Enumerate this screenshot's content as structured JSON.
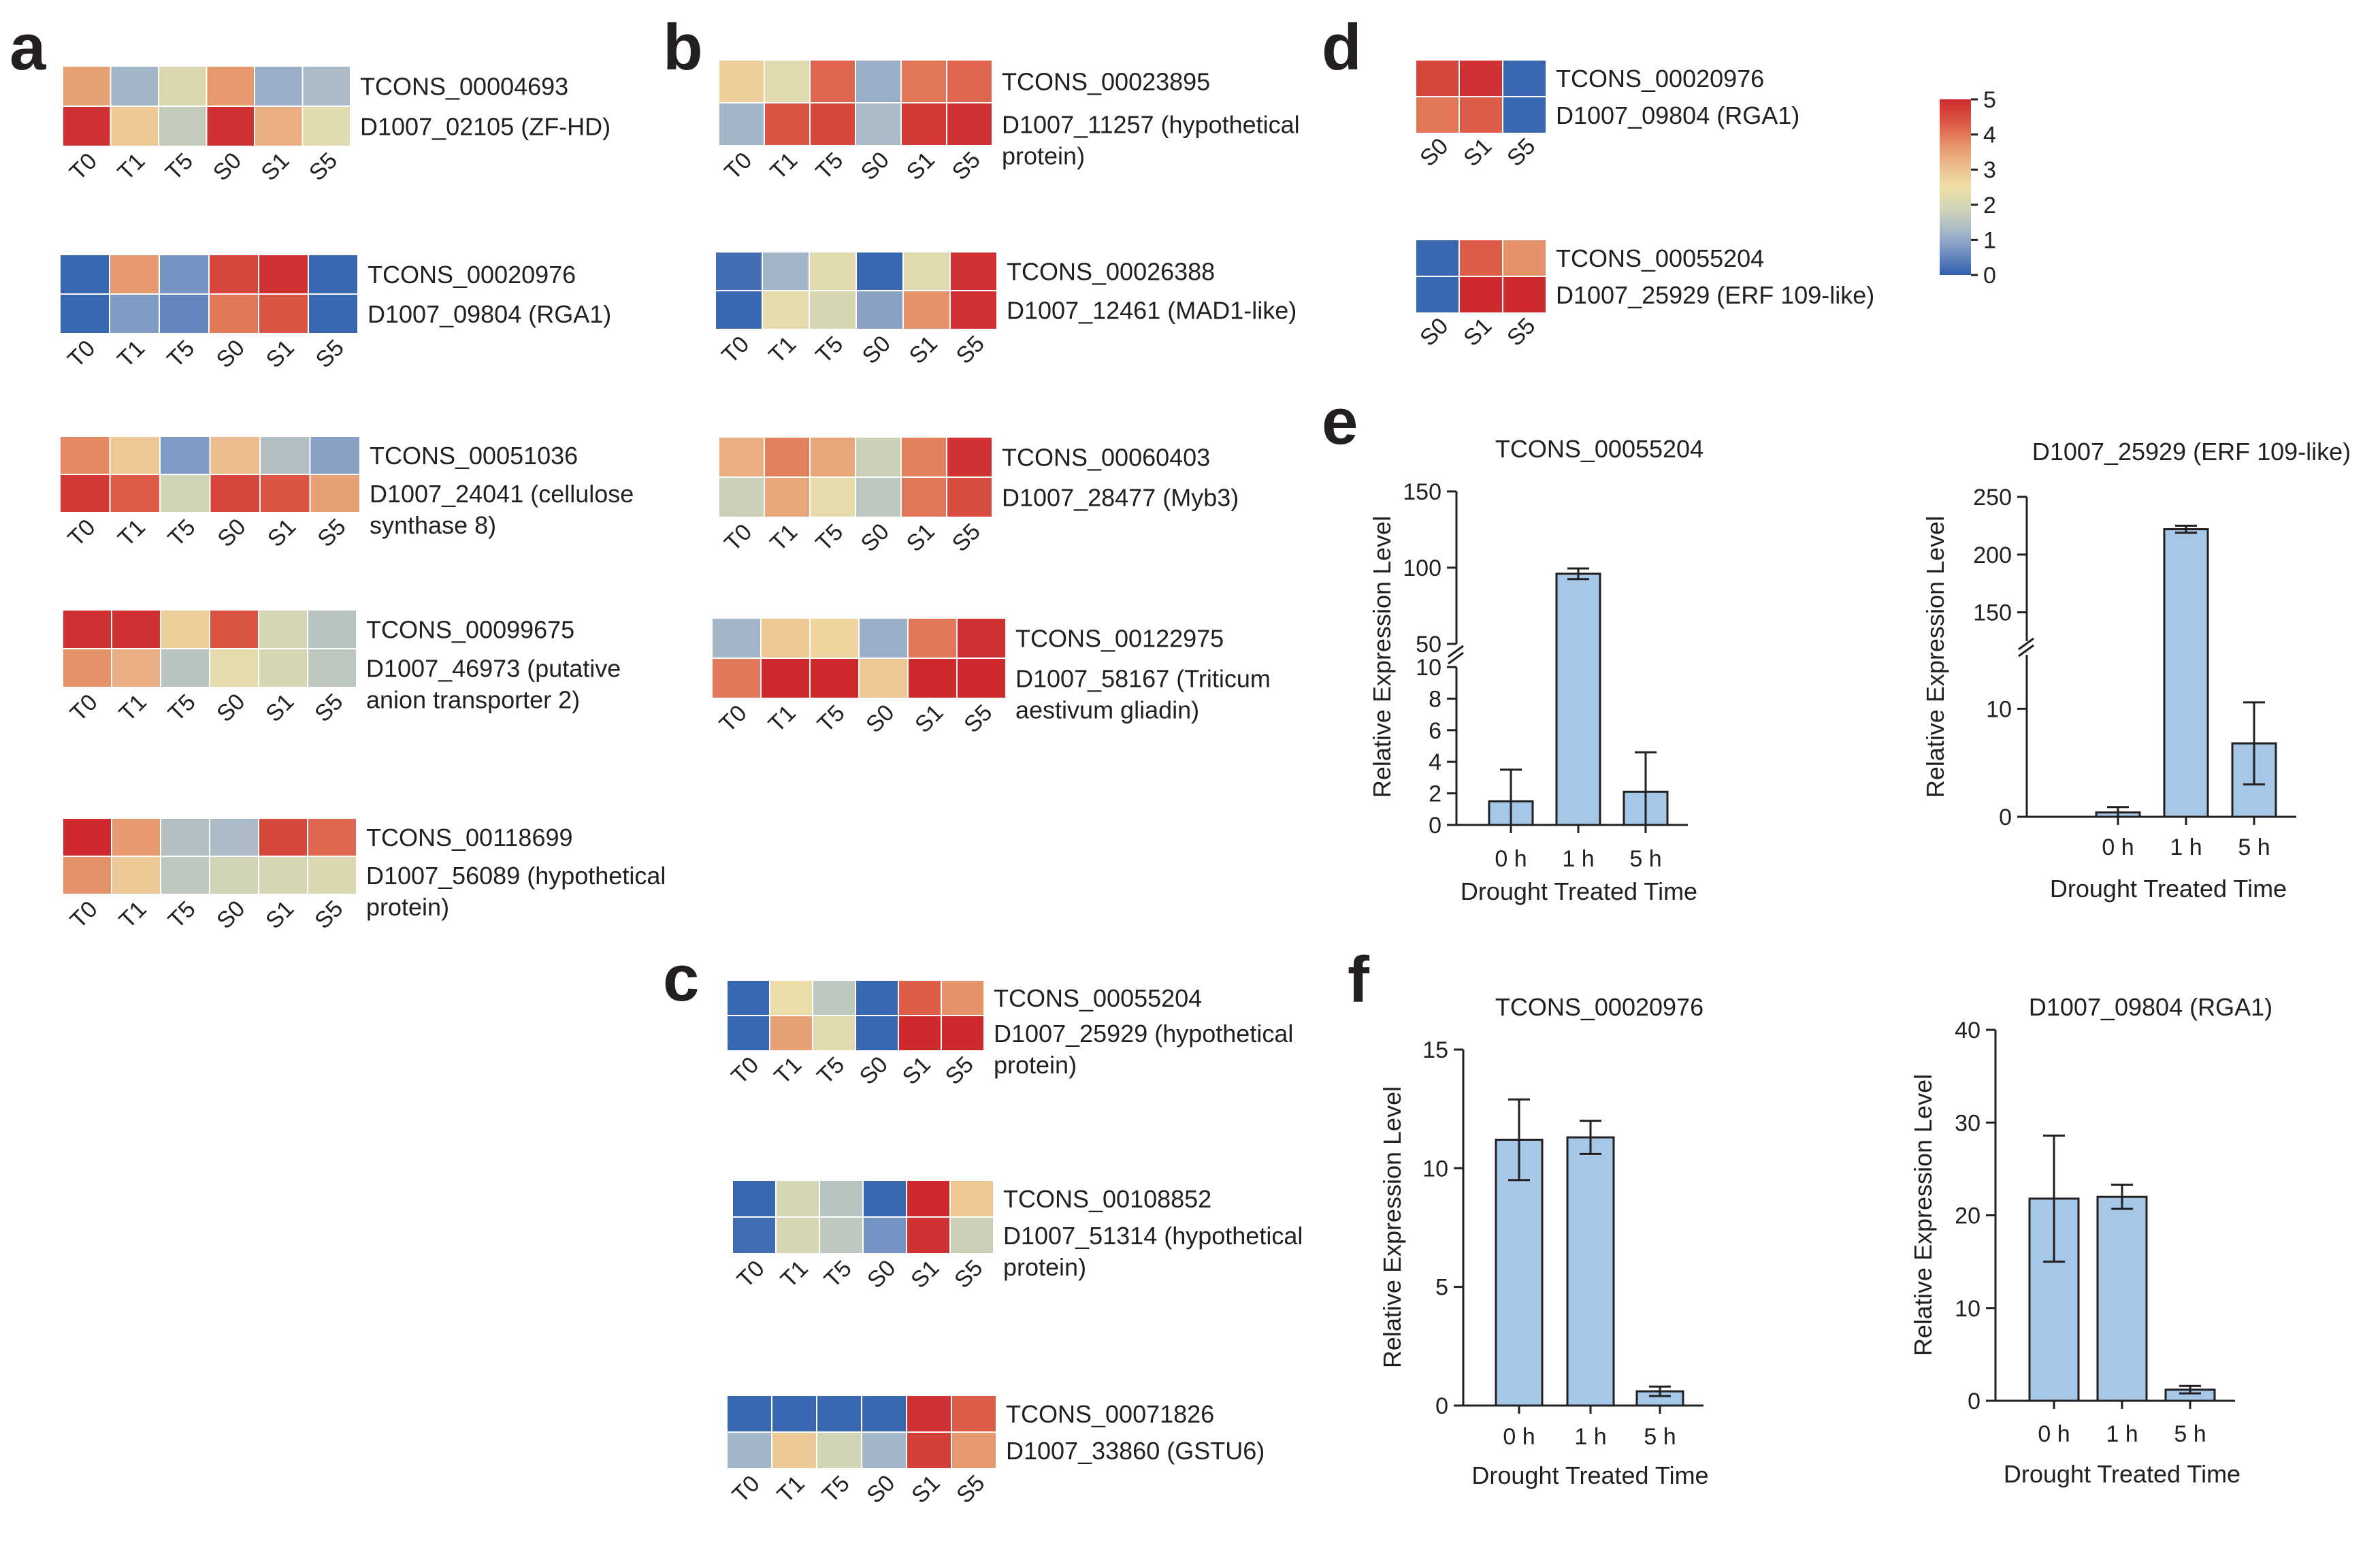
{
  "figure": {
    "panel_letters": [
      "a",
      "b",
      "c",
      "d",
      "e",
      "f"
    ]
  },
  "heatmap_colorscale": {
    "colors": [
      "#2f5fae",
      "#6f8fc2",
      "#a7b9c8",
      "#cfd4b6",
      "#f0dfa6",
      "#ebbb8c",
      "#e58e66",
      "#db5544",
      "#ce2a2e"
    ],
    "min": 0,
    "max": 5,
    "ticks": [
      "0",
      "1",
      "2",
      "3",
      "4",
      "5"
    ]
  },
  "chart_data": [
    {
      "type": "heatmap",
      "panel": "a",
      "x_labels": [
        "T0",
        "T1",
        "T5",
        "S0",
        "S1",
        "S5"
      ],
      "rows": [
        {
          "label": "TCONS_00004693",
          "values": [
            3.5,
            1.2,
            2.1,
            3.6,
            1.1,
            1.3
          ]
        },
        {
          "label": "D1007_02105 (ZF-HD)",
          "values": [
            4.9,
            2.9,
            1.7,
            4.9,
            3.3,
            2.2
          ]
        }
      ]
    },
    {
      "type": "heatmap",
      "panel": "a",
      "x_labels": [
        "T0",
        "T1",
        "T5",
        "S0",
        "S1",
        "S5"
      ],
      "rows": [
        {
          "label": "TCONS_00020976",
          "values": [
            0.1,
            3.6,
            0.7,
            4.6,
            4.9,
            0.1
          ]
        },
        {
          "label": "D1007_09804 (RGA1)",
          "values": [
            0.1,
            0.8,
            0.5,
            4.0,
            4.4,
            0.1
          ]
        }
      ]
    },
    {
      "type": "heatmap",
      "panel": "a",
      "x_labels": [
        "T0",
        "T1",
        "T5",
        "S0",
        "S1",
        "S5"
      ],
      "rows": [
        {
          "label": "TCONS_00051036",
          "values": [
            3.8,
            2.9,
            0.8,
            3.1,
            1.4,
            0.9
          ]
        },
        {
          "label": "D1007_24041 (cellulose synthase 8)",
          "values": [
            4.8,
            4.3,
            1.9,
            4.6,
            4.4,
            3.5
          ]
        }
      ]
    },
    {
      "type": "heatmap",
      "panel": "a",
      "x_labels": [
        "T0",
        "T1",
        "T5",
        "S0",
        "S1",
        "S5"
      ],
      "rows": [
        {
          "label": "TCONS_00099675",
          "values": [
            4.9,
            4.9,
            2.8,
            4.4,
            2.0,
            1.5
          ]
        },
        {
          "label": "D1007_46973 (putative anion transporter 2)",
          "values": [
            3.7,
            3.3,
            1.5,
            2.3,
            2.0,
            1.6
          ]
        }
      ]
    },
    {
      "type": "heatmap",
      "panel": "a",
      "x_labels": [
        "T0",
        "T1",
        "T5",
        "S0",
        "S1",
        "S5"
      ],
      "rows": [
        {
          "label": "TCONS_00118699",
          "values": [
            5.0,
            3.6,
            1.4,
            1.3,
            4.6,
            4.2
          ]
        },
        {
          "label": "D1007_56089 (hypothetical protein)",
          "values": [
            3.7,
            2.9,
            1.6,
            1.9,
            2.0,
            2.1
          ]
        }
      ]
    },
    {
      "type": "heatmap",
      "panel": "b",
      "x_labels": [
        "T0",
        "T1",
        "T5",
        "S0",
        "S1",
        "S5"
      ],
      "rows": [
        {
          "label": "TCONS_00023895",
          "values": [
            2.8,
            2.2,
            4.2,
            1.1,
            4.0,
            4.2
          ]
        },
        {
          "label": "D1007_11257 (hypothetical protein)",
          "values": [
            1.2,
            4.4,
            4.6,
            1.3,
            4.8,
            4.9
          ]
        }
      ]
    },
    {
      "type": "heatmap",
      "panel": "b",
      "x_labels": [
        "T0",
        "T1",
        "T5",
        "S0",
        "S1",
        "S5"
      ],
      "rows": [
        {
          "label": "TCONS_00026388",
          "values": [
            0.2,
            1.2,
            2.2,
            0.1,
            2.2,
            4.9
          ]
        },
        {
          "label": "D1007_12461 (MAD1-like)",
          "values": [
            0.1,
            2.3,
            2.0,
            0.9,
            3.7,
            4.9
          ]
        }
      ]
    },
    {
      "type": "heatmap",
      "panel": "b",
      "x_labels": [
        "T0",
        "T1",
        "T5",
        "S0",
        "S1",
        "S5"
      ],
      "rows": [
        {
          "label": "TCONS_00060403",
          "values": [
            3.3,
            3.9,
            3.4,
            1.8,
            3.9,
            4.9
          ]
        },
        {
          "label": "D1007_28477 (Myb3)",
          "values": [
            1.8,
            3.4,
            2.3,
            1.6,
            4.0,
            4.5
          ]
        }
      ]
    },
    {
      "type": "heatmap",
      "panel": "b",
      "x_labels": [
        "T0",
        "T1",
        "T5",
        "S0",
        "S1",
        "S5"
      ],
      "rows": [
        {
          "label": "TCONS_00122975",
          "values": [
            1.2,
            2.9,
            2.7,
            1.1,
            4.0,
            4.9
          ]
        },
        {
          "label": "D1007_58167 (Triticum aestivum gliadin)",
          "values": [
            4.0,
            5.0,
            5.0,
            2.9,
            5.0,
            5.0
          ]
        }
      ]
    },
    {
      "type": "heatmap",
      "panel": "c",
      "x_labels": [
        "T0",
        "T1",
        "T5",
        "S0",
        "S1",
        "S5"
      ],
      "rows": [
        {
          "label": "TCONS_00055204",
          "values": [
            0.1,
            2.4,
            1.6,
            0.1,
            4.3,
            3.7
          ]
        },
        {
          "label": "D1007_25929 (hypothetical protein)",
          "values": [
            0.1,
            3.5,
            2.2,
            0.1,
            5.0,
            5.0
          ]
        }
      ]
    },
    {
      "type": "heatmap",
      "panel": "c",
      "x_labels": [
        "T0",
        "T1",
        "T5",
        "S0",
        "S1",
        "S5"
      ],
      "rows": [
        {
          "label": "TCONS_00108852",
          "values": [
            0.1,
            2.0,
            1.5,
            0.1,
            5.0,
            2.9
          ]
        },
        {
          "label": "D1007_51314 (hypothetical protein)",
          "values": [
            0.2,
            2.0,
            1.6,
            0.7,
            4.9,
            1.8
          ]
        }
      ]
    },
    {
      "type": "heatmap",
      "panel": "c",
      "x_labels": [
        "T0",
        "T1",
        "T5",
        "S0",
        "S1",
        "S5"
      ],
      "rows": [
        {
          "label": "TCONS_00071826",
          "values": [
            0.1,
            0.1,
            0.1,
            0.1,
            4.9,
            4.3
          ]
        },
        {
          "label": "D1007_33860 (GSTU6)",
          "values": [
            1.2,
            2.9,
            1.9,
            1.2,
            4.7,
            3.6
          ]
        }
      ]
    },
    {
      "type": "heatmap",
      "panel": "d",
      "x_labels": [
        "S0",
        "S1",
        "S5"
      ],
      "rows": [
        {
          "label": "TCONS_00020976",
          "values": [
            4.6,
            4.9,
            0.1
          ]
        },
        {
          "label": "D1007_09804 (RGA1)",
          "values": [
            4.0,
            4.3,
            0.1
          ]
        }
      ]
    },
    {
      "type": "heatmap",
      "panel": "d",
      "x_labels": [
        "S0",
        "S1",
        "S5"
      ],
      "rows": [
        {
          "label": "TCONS_00055204",
          "values": [
            0.1,
            4.3,
            3.7
          ]
        },
        {
          "label": "D1007_25929 (ERF 109-like)",
          "values": [
            0.1,
            5.0,
            5.0
          ]
        }
      ]
    },
    {
      "type": "bar",
      "panel": "e",
      "title": "TCONS_00055204",
      "categories": [
        "0 h",
        "1 h",
        "5 h"
      ],
      "values": [
        1.5,
        96,
        2.1
      ],
      "errors": [
        2.0,
        3.5,
        2.5
      ],
      "xlabel": "Drought Treated Time",
      "ylabel": "Relative Expression Level",
      "broken_axis": {
        "lower": [
          0,
          10
        ],
        "upper": [
          50,
          150
        ]
      },
      "yticks_lower": [
        "0",
        "2",
        "4",
        "6",
        "8",
        "10"
      ],
      "yticks_upper": [
        "50",
        "100",
        "150"
      ]
    },
    {
      "type": "bar",
      "panel": "e",
      "title": "D1007_25929 (ERF 109-like)",
      "categories": [
        "0 h",
        "1 h",
        "5 h"
      ],
      "values": [
        0.4,
        222,
        6.8
      ],
      "errors": [
        0.5,
        3.0,
        3.8
      ],
      "xlabel": "Drought Treated Time",
      "ylabel": "Relative Expression Level",
      "broken_axis": {
        "lower": [
          0,
          15
        ],
        "upper": [
          125,
          250
        ]
      },
      "yticks_lower": [
        "0",
        "10"
      ],
      "yticks_upper": [
        "150",
        "200",
        "250"
      ]
    },
    {
      "type": "bar",
      "panel": "f",
      "title": "TCONS_00020976",
      "categories": [
        "0 h",
        "1 h",
        "5 h"
      ],
      "values": [
        11.2,
        11.3,
        0.6
      ],
      "errors": [
        1.7,
        0.7,
        0.2
      ],
      "xlabel": "Drought Treated Time",
      "ylabel": "Relative Expression Level",
      "ylim": [
        0,
        15
      ],
      "yticks": [
        "0",
        "5",
        "10",
        "15"
      ]
    },
    {
      "type": "bar",
      "panel": "f",
      "title": "D1007_09804 (RGA1)",
      "categories": [
        "0 h",
        "1 h",
        "5 h"
      ],
      "values": [
        21.8,
        22.0,
        1.2
      ],
      "errors": [
        6.8,
        1.3,
        0.4
      ],
      "xlabel": "Drought Treated Time",
      "ylabel": "Relative Expression Level",
      "ylim": [
        0,
        40
      ],
      "yticks": [
        "0",
        "10",
        "20",
        "30",
        "40"
      ]
    }
  ]
}
